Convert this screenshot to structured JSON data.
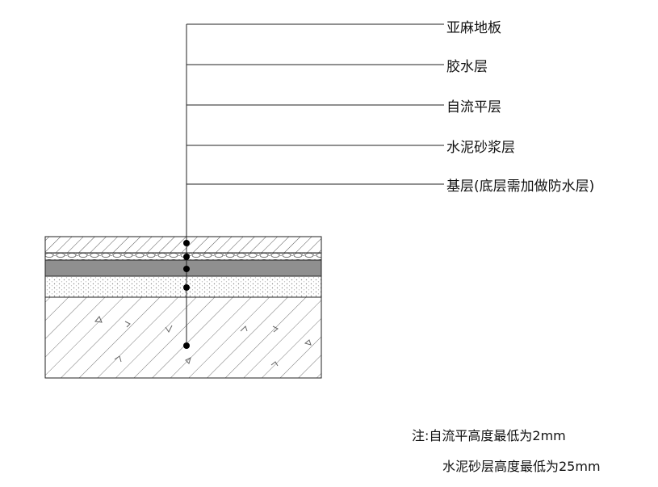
{
  "layers": [
    {
      "label": "亚麻地板"
    },
    {
      "label": "胶水层"
    },
    {
      "label": "自流平层"
    },
    {
      "label": "水泥砂浆层"
    },
    {
      "label": "基层(底层需加做防水层)"
    }
  ],
  "notes": {
    "line1": "注:自流平高度最低为2mm",
    "line2": "水泥砂层高度最低为25mm"
  },
  "colors": {
    "line": "#222222",
    "self_leveling_fill": "#8f8f8f",
    "background": "#ffffff"
  }
}
